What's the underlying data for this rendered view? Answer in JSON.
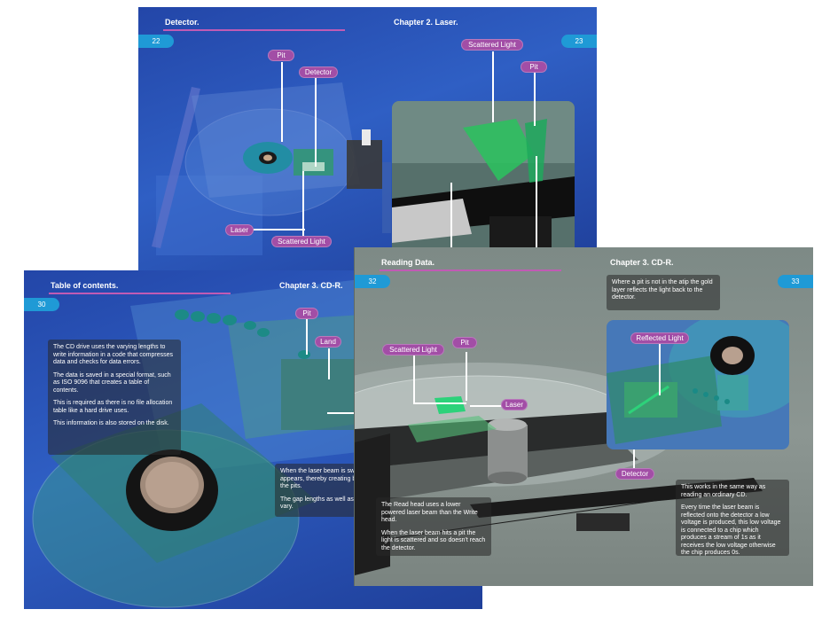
{
  "slide_top": {
    "left_title": "Detector.",
    "right_title": "Chapter 2. Laser.",
    "page_left": "22",
    "page_right": "23",
    "labels": {
      "pit_left": "Pit",
      "detector": "Detector",
      "laser": "Laser",
      "scattered_light_left": "Scattered Light",
      "scattered_light_right": "Scattered Light",
      "pit_right": "Pit"
    }
  },
  "slide_bottom_left": {
    "left_title": "Table of contents.",
    "right_title": "Chapter 3. CD-R.",
    "page_left": "30",
    "labels": {
      "pit": "Pit",
      "land": "Land"
    },
    "text_main": [
      "The CD drive uses the varying lengths to write information in a code that compresses data and checks for data errors.",
      "The data is saved in a special format, such as ISO 9096 that creates a table of contents.",
      "This is required as there is no file allocation table like a hard drive uses.",
      "This information is also stored on the disk."
    ],
    "text_partial": [
      "When the laser beam is swit pit appears, thereby creating between the pits.",
      "The gap lengths as well as t lengths vary."
    ]
  },
  "slide_bottom_right": {
    "left_title": "Reading Data.",
    "right_title": "Chapter 3. CD-R.",
    "page_left": "32",
    "page_right": "33",
    "labels": {
      "scattered_light": "Scattered Light",
      "pit": "Pit",
      "laser": "Laser",
      "reflected_light": "Reflected Light",
      "detector": "Detector"
    },
    "text_top": [
      "Where a pit is not in the atip the gold layer reflects the light back to the detector."
    ],
    "text_left": [
      "The Read head uses a lower powered laser beam than the Write head.",
      "When the laser beam hits a pit the light is scattered and so doesn't reach the detector."
    ],
    "text_right": [
      "This works in the same way as reading an ordinary CD.",
      "Every time the laser beam is reflected onto the detector a low voltage is produced, this low voltage is connected to a chip which produces a stream of 1s as it receives the low voltage otherwise the chip produces 0s."
    ]
  },
  "colors": {
    "slide_blue": "#2b54b8",
    "slide_grey": "#848f8b",
    "label_purple": "#a24ea6",
    "title_rule": "#c05bb4",
    "page_tab": "#1f9ad6"
  }
}
